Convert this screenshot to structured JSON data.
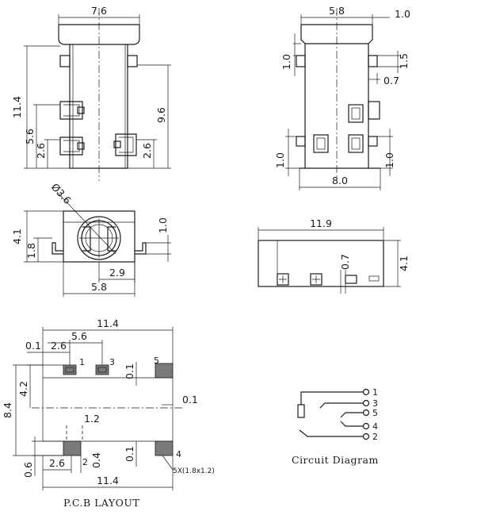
{
  "front_view": {
    "width_top": "7.6",
    "height_total": "11.4",
    "height_body": "9.6",
    "pin_height_left": "5.6",
    "pin_height_low_left": "2.6",
    "pin_height_low_right": "2.6"
  },
  "side_view": {
    "width_top": "5.8",
    "tab_width": "1.0",
    "top_offset": "1.0",
    "tab_height": "1.5",
    "tab_gap": "0.7",
    "foot_left": "1.0",
    "foot_right": "1.0",
    "base_width": "8.0"
  },
  "jack_view": {
    "diameter": "Ø3.6",
    "height": "4.1",
    "foot_height": "1.8",
    "top_gap": "1.0",
    "center_offset": "2.9",
    "width": "5.8"
  },
  "bottom_view": {
    "length": "11.9",
    "height": "4.1",
    "pin_width": "0.7"
  },
  "pcb_layout": {
    "caption": "P.C.B LAYOUT",
    "total_width_top": "11.4",
    "pitch_top": "5.6",
    "edge_offset": "0.1",
    "pitch_small": "2.6",
    "height": "8.4",
    "half_height": "4.2",
    "center_gap": "1.2",
    "right_gap": "0.1",
    "pad_gap_top": "0.1",
    "pad_gap_bottom": "0.1",
    "bottom_edge": "0.6",
    "bottom_pitch": "2.6",
    "pad_offset": "0.4",
    "total_width_bottom": "11.4",
    "pad_note": "5X(1.8x1.2)",
    "pins": [
      "1",
      "3",
      "5",
      "2",
      "4"
    ]
  },
  "circuit": {
    "caption": "Circuit Diagram",
    "pins": [
      "1",
      "3",
      "5",
      "4",
      "2"
    ]
  }
}
